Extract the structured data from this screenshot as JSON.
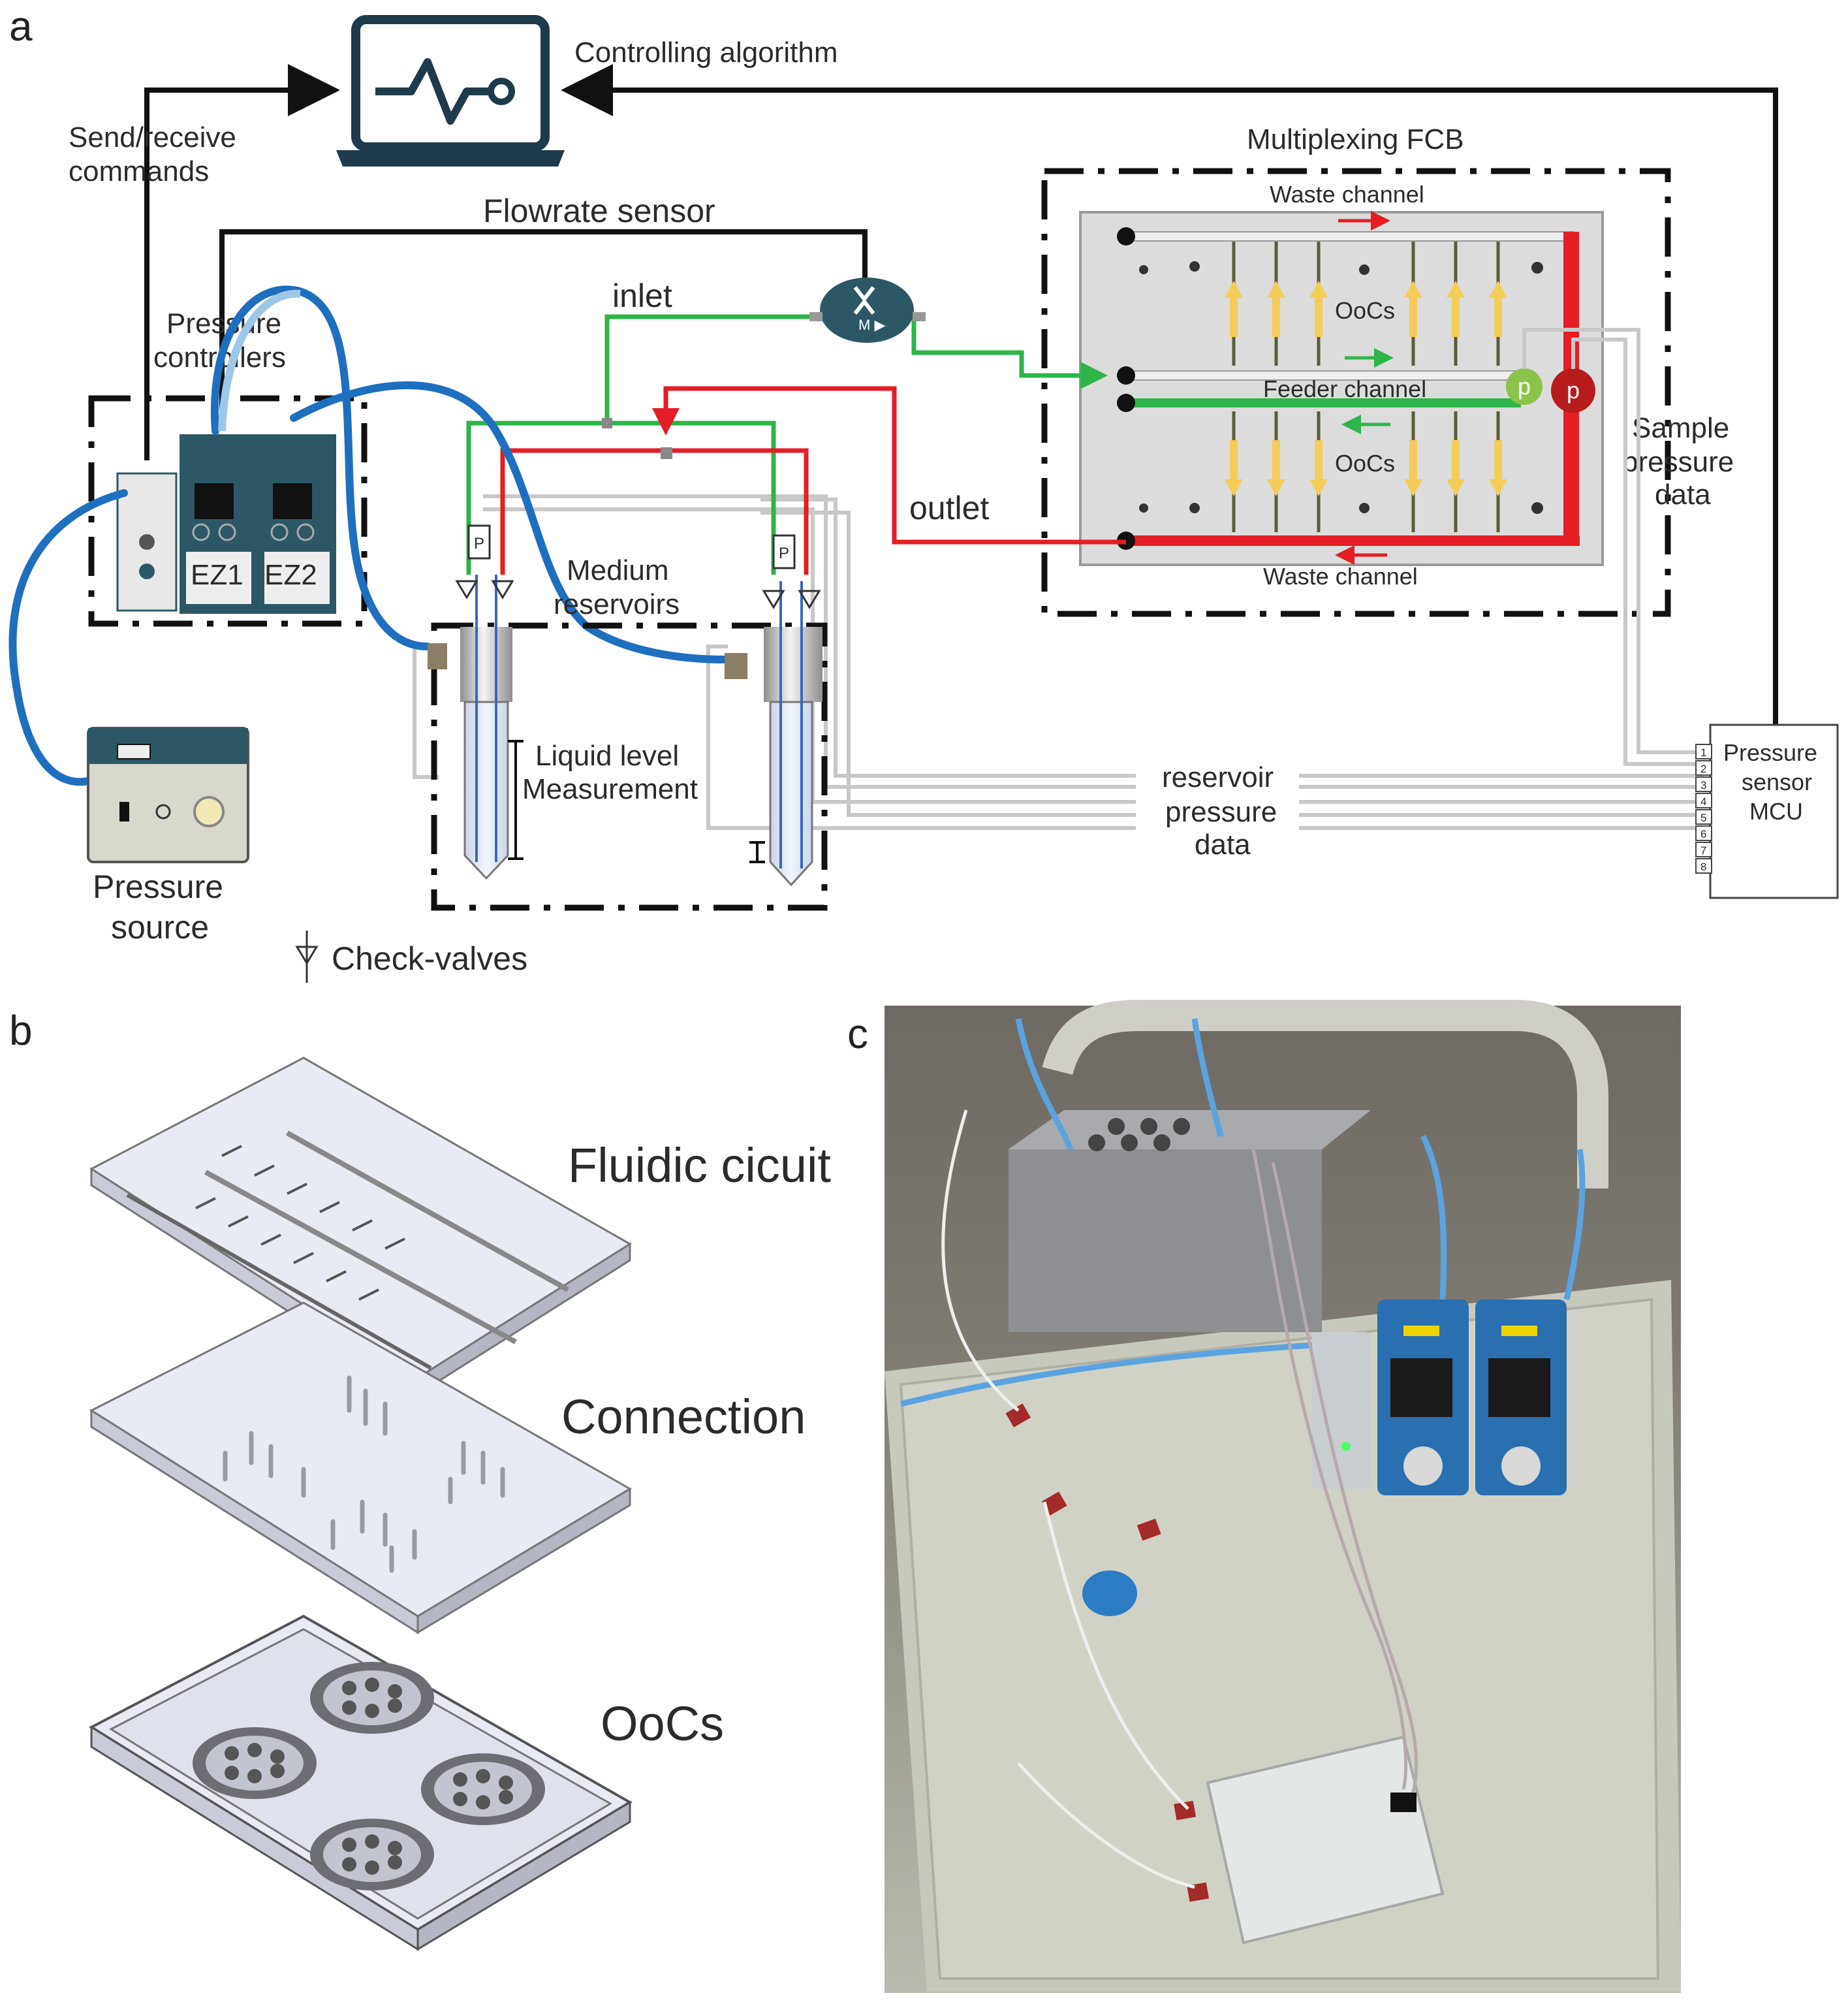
{
  "panels": {
    "a": "a",
    "b": "b",
    "c": "c"
  },
  "diagram_a": {
    "controlling_algorithm": "Controlling algorithm",
    "send_receive_1": "Send/receive",
    "send_receive_2": "commands",
    "flowrate_sensor": "Flowrate sensor",
    "multiplexing_fcb": "Multiplexing FCB",
    "waste_channel_top": "Waste channel",
    "waste_channel_bottom": "Waste channel",
    "oocs_top": "OoCs",
    "oocs_bottom": "OoCs",
    "feeder_channel": "Feeder channel",
    "inlet": "inlet",
    "outlet": "outlet",
    "pressure_controllers_1": "Pressure",
    "pressure_controllers_2": "controllers",
    "ez1": "EZ1",
    "ez2": "EZ2",
    "medium_reservoirs_1": "Medium",
    "medium_reservoirs_2": "reservoirs",
    "liquid_level_1": "Liquid level",
    "liquid_level_2": "Measurement",
    "sample_pressure_1": "Sample",
    "sample_pressure_2": "pressure",
    "sample_pressure_3": "data",
    "reservoir_pressure_1": "reservoir",
    "reservoir_pressure_2": "pressure",
    "reservoir_pressure_3": "data",
    "pressure_sensor_mcu_1": "Pressure",
    "pressure_sensor_mcu_2": "sensor",
    "pressure_sensor_mcu_3": "MCU",
    "mcu_ports": [
      "1",
      "2",
      "3",
      "4",
      "5",
      "6",
      "7",
      "8"
    ],
    "pressure_source_1": "Pressure",
    "pressure_source_2": "source",
    "check_valves": "Check-valves",
    "sensor_p": "P",
    "sensor_p_lower": "p",
    "flow_sensor_mark": "M ▶"
  },
  "diagram_b": {
    "fluidic_circuit": "Fluidic cicuit",
    "connection": "Connection",
    "oocs": "OoCs"
  },
  "colors": {
    "green": "#2db54a",
    "red": "#e31e24",
    "blue": "#1f6fbf",
    "black": "#111111",
    "gray": "#c8c8c8",
    "device_teal": "#2c5866",
    "yellow": "#f3cd57",
    "light_green": "#8bc34a",
    "dark_red": "#b71c1c"
  },
  "icons": {
    "laptop": "laptop-pulse-icon",
    "flow_sensor": "flow-sensor-icon",
    "check_valve": "check-valve-icon"
  }
}
